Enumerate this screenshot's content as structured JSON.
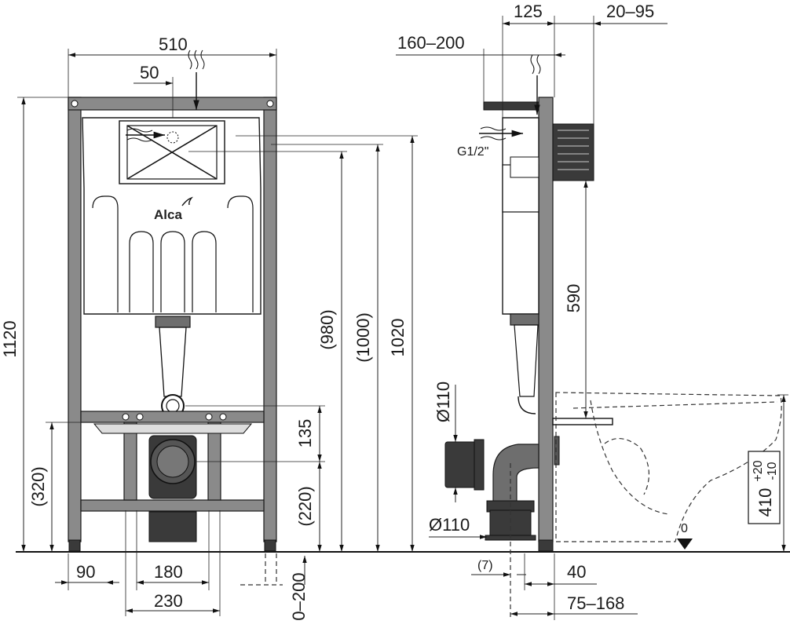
{
  "front_view": {
    "width_total": "510",
    "offset_top": "50",
    "height_total": "1120",
    "height_lower": "(320)",
    "height_980": "(980)",
    "height_1000": "(1000)",
    "height_1020": "1020",
    "height_135": "135",
    "height_220": "(220)",
    "bottom_90": "90",
    "bottom_180": "180",
    "bottom_230": "230",
    "leg_adjust": "0–200",
    "brand": "Alca"
  },
  "side_view": {
    "top_125": "125",
    "top_20_95": "20–95",
    "top_160_200": "160–200",
    "thread": "G1/2\"",
    "height_590": "590",
    "dia_top": "Ø110",
    "dia_bottom": "Ø110",
    "bowl_height": "410",
    "bowl_tol_plus": "+20",
    "bowl_tol_minus": "-10",
    "zero_level": "0",
    "bottom_7": "(7)",
    "bottom_40": "40",
    "bottom_75_168": "75–168"
  }
}
